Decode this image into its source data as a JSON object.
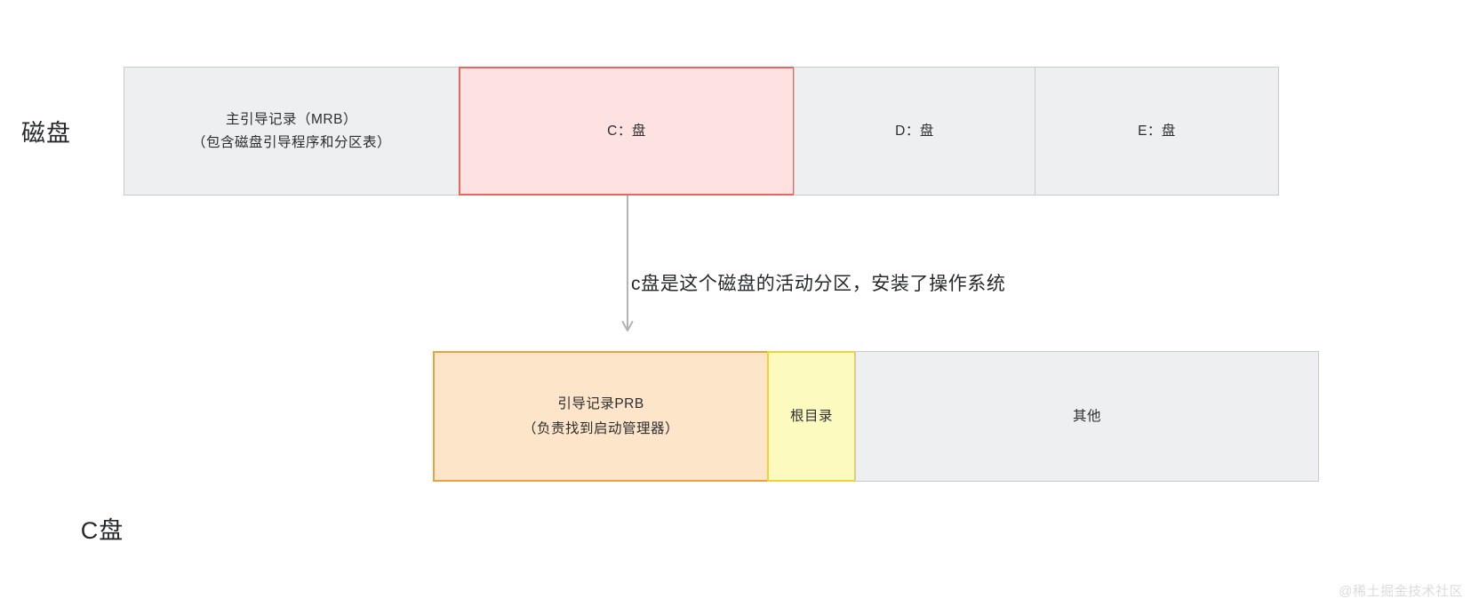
{
  "diagram": {
    "disk_label": "磁盘",
    "partitions": [
      {
        "name": "mbr",
        "line1": "主引导记录（MRB）",
        "line2": "（包含磁盘引导程序和分区表）",
        "fill": "#eeeff0",
        "stroke": "#c8cacd"
      },
      {
        "name": "drive-c",
        "line1": "C：盘",
        "line2": "",
        "fill": "#fde2e1",
        "stroke": "#e8685f"
      },
      {
        "name": "drive-d",
        "line1": "D：盘",
        "line2": "",
        "fill": "#eeeff0",
        "stroke": "#c8cacd"
      },
      {
        "name": "drive-e",
        "line1": "E：盘",
        "line2": "",
        "fill": "#eeeff0",
        "stroke": "#c8cacd"
      }
    ],
    "annotation": "c盘是这个磁盘的活动分区，安装了操作系统",
    "arrow": {
      "direction": "down",
      "color": "#b0b3b8"
    },
    "cdrive_sections": [
      {
        "name": "pbr",
        "line1": "引导记录PRB",
        "line2": "（负责找到启动管理器）",
        "fill": "#fce5c8",
        "stroke": "#e8a33d"
      },
      {
        "name": "root-dir",
        "line1": "根目录",
        "line2": "",
        "fill": "#fdfac0",
        "stroke": "#f2d232"
      },
      {
        "name": "other",
        "line1": "其他",
        "line2": "",
        "fill": "#eeeff0",
        "stroke": "#c8cacd"
      }
    ],
    "cdrive_caption": "C盘"
  },
  "watermark": "@稀土掘金技术社区"
}
